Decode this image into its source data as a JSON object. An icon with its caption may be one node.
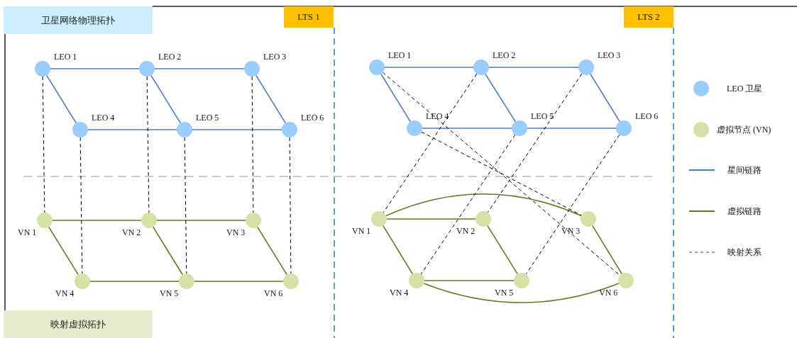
{
  "diagram": {
    "nodes": [
      {
        "text": [
          "卫星网络物理拓扑"
        ]
      },
      {
        "text": [
          "LTS 1"
        ]
      },
      {
        "text": [
          "LTS 2"
        ]
      },
      {
        "text": [
          "LEO 1"
        ]
      },
      {
        "text": [
          "LEO 2"
        ]
      },
      {
        "text": [
          "LEO 3"
        ]
      },
      {
        "text": [
          "LEO 4"
        ]
      },
      {
        "text": [
          "LEO 5"
        ]
      },
      {
        "text": [
          "LEO 6"
        ]
      },
      {
        "text": [
          "LEO 1"
        ]
      },
      {
        "text": [
          "LEO 2"
        ]
      },
      {
        "text": [
          "LEO 3"
        ]
      },
      {
        "text": [
          "LEO 4"
        ]
      },
      {
        "text": [
          "LEO 5"
        ]
      },
      {
        "text": [
          "LEO 6"
        ]
      },
      {
        "text": [
          "VN 1"
        ]
      },
      {
        "text": [
          "VN 2"
        ]
      },
      {
        "text": [
          "VN 3"
        ]
      },
      {
        "text": [
          "VN 4"
        ]
      },
      {
        "text": [
          "VN 5"
        ]
      },
      {
        "text": [
          "VN 6"
        ]
      },
      {
        "text": [
          "VN 1"
        ]
      },
      {
        "text": [
          "VN 2"
        ]
      },
      {
        "text": [
          "VN 3"
        ]
      },
      {
        "text": [
          "VN 4"
        ]
      },
      {
        "text": [
          "VN 5"
        ]
      },
      {
        "text": [
          "VN 6"
        ]
      },
      {
        "text": [
          "映射虚拟拓扑"
        ]
      }
    ],
    "edges": [
      {
        "from": 3,
        "to": 4,
        "arrow": "none"
      },
      {
        "from": 4,
        "to": 5,
        "arrow": "none"
      },
      {
        "from": 6,
        "to": 7,
        "arrow": "none"
      },
      {
        "from": 7,
        "to": 8,
        "arrow": "none"
      },
      {
        "from": 3,
        "to": 6,
        "arrow": "none"
      },
      {
        "from": 4,
        "to": 7,
        "arrow": "none"
      },
      {
        "from": 5,
        "to": 8,
        "arrow": "none"
      },
      {
        "from": 15,
        "to": 16,
        "arrow": "none",
        "color": "#5f7a22"
      },
      {
        "from": 16,
        "to": 17,
        "arrow": "none",
        "color": "#5f7a22"
      },
      {
        "from": 18,
        "to": 19,
        "arrow": "none",
        "color": "#5f7a22"
      },
      {
        "from": 19,
        "to": 20,
        "arrow": "none",
        "color": "#5f7a22"
      },
      {
        "from": 15,
        "to": 18,
        "arrow": "none",
        "color": "#5f7a22"
      },
      {
        "from": 16,
        "to": 19,
        "arrow": "none",
        "color": "#5f7a22"
      },
      {
        "from": 17,
        "to": 20,
        "arrow": "none",
        "color": "#5f7a22"
      },
      {
        "from": 3,
        "to": 15,
        "arrow": "none",
        "style": "dashed",
        "color": "#000000"
      },
      {
        "from": 4,
        "to": 16,
        "arrow": "none",
        "style": "dashed",
        "color": "#000000"
      },
      {
        "from": 5,
        "to": 17,
        "arrow": "none",
        "style": "dashed",
        "color": "#000000"
      },
      {
        "from": 6,
        "to": 18,
        "arrow": "none",
        "style": "dashed",
        "color": "#000000"
      },
      {
        "from": 7,
        "to": 19,
        "arrow": "none",
        "style": "dashed",
        "color": "#000000"
      },
      {
        "from": 8,
        "to": 20,
        "arrow": "none",
        "style": "dashed",
        "color": "#000000"
      },
      {
        "from": 9,
        "to": 10,
        "arrow": "none"
      },
      {
        "from": 10,
        "to": 11,
        "arrow": "none"
      },
      {
        "from": 12,
        "to": 13,
        "arrow": "none"
      },
      {
        "from": 13,
        "to": 14,
        "arrow": "none"
      },
      {
        "from": 9,
        "to": 12,
        "arrow": "none"
      },
      {
        "from": 10,
        "to": 13,
        "arrow": "none"
      },
      {
        "from": 11,
        "to": 14,
        "arrow": "none"
      },
      {
        "from": 21,
        "to": 22,
        "arrow": "none",
        "color": "#5f7a22"
      },
      {
        "from": 24,
        "to": 25,
        "arrow": "none",
        "color": "#5f7a22"
      },
      {
        "from": 21,
        "to": 24,
        "arrow": "none",
        "color": "#5f7a22"
      },
      {
        "from": 22,
        "to": 25,
        "arrow": "none",
        "color": "#5f7a22"
      },
      {
        "from": 23,
        "to": 26,
        "arrow": "none",
        "color": "#5f7a22"
      },
      {
        "from": 21,
        "to": 23,
        "arrow": "none",
        "color": "#5f7a22"
      },
      {
        "from": 24,
        "to": 26,
        "arrow": "none",
        "color": "#5f7a22"
      },
      {
        "from": 9,
        "to": 26,
        "arrow": "none",
        "style": "dashed",
        "color": "#000000"
      },
      {
        "from": 10,
        "to": 21,
        "arrow": "none",
        "style": "dashed",
        "color": "#000000"
      },
      {
        "from": 11,
        "to": 22,
        "arrow": "none",
        "style": "dashed",
        "color": "#000000"
      },
      {
        "from": 12,
        "to": 23,
        "arrow": "none",
        "style": "dashed",
        "color": "#000000"
      },
      {
        "from": 13,
        "to": 24,
        "arrow": "none",
        "style": "dashed",
        "color": "#000000"
      },
      {
        "from": 14,
        "to": 25,
        "arrow": "none",
        "style": "dashed",
        "color": "#000000"
      }
    ],
    "legend": [
      {
        "text": "LEO 卫星",
        "color": "#99ccff"
      },
      {
        "text": "虚拟节点 (VN)",
        "color": "#d5e2a6"
      },
      {
        "text": "星间链路"
      },
      {
        "text": "虚拟链路"
      },
      {
        "text": "映射关系"
      }
    ]
  }
}
